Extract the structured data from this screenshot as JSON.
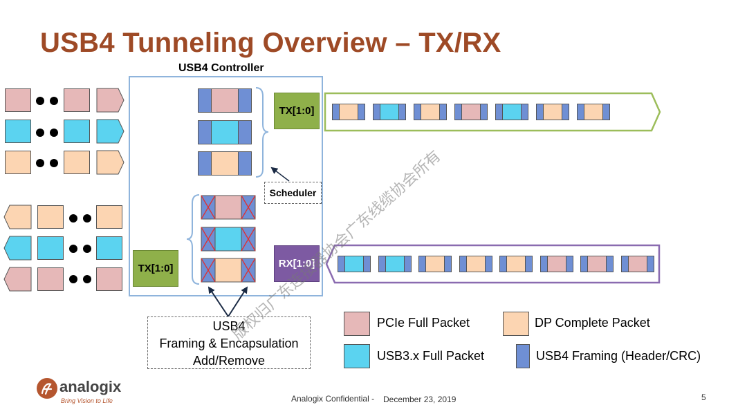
{
  "title": "USB4 Tunneling Overview – TX/RX",
  "controller_label": "USB4 Controller",
  "tx_box_label": "TX[1:0]",
  "rx_box_label": "RX[1:0]",
  "tx_left_label": "TX[1:0]",
  "scheduler_label": "Scheduler",
  "framing_box": {
    "line1": "USB4",
    "line2": "Framing & Encapsulation",
    "line3": "Add/Remove"
  },
  "legend": {
    "pcie": "PCIe Full Packet",
    "usb3": "USB3.x Full Packet",
    "dp": "DP Complete Packet",
    "framing": "USB4 Framing (Header/CRC)"
  },
  "tx_stream": [
    "dp",
    "usb3",
    "dp",
    "pcie",
    "usb3",
    "dp",
    "dp"
  ],
  "rx_stream": [
    "usb3",
    "usb3",
    "dp",
    "dp",
    "dp",
    "pcie",
    "pcie",
    "pcie"
  ],
  "colors": {
    "title": "#9e4a26",
    "pcie": "#e6b8b8",
    "usb3": "#5bd3f0",
    "dp": "#fcd5b2",
    "framing": "#6f8fd4",
    "tx_box": "#8fb04a",
    "rx_box": "#7d5aa2",
    "controller_border": "#8fb4dc"
  },
  "footer": {
    "confidential": "Analogix Confidential -",
    "date": "December 23, 2019",
    "page": "5"
  },
  "logo": {
    "name": "analogix",
    "tagline": "Bring Vision to Life"
  },
  "watermark": "版权归广东连接器协会广东线缆协会所有"
}
